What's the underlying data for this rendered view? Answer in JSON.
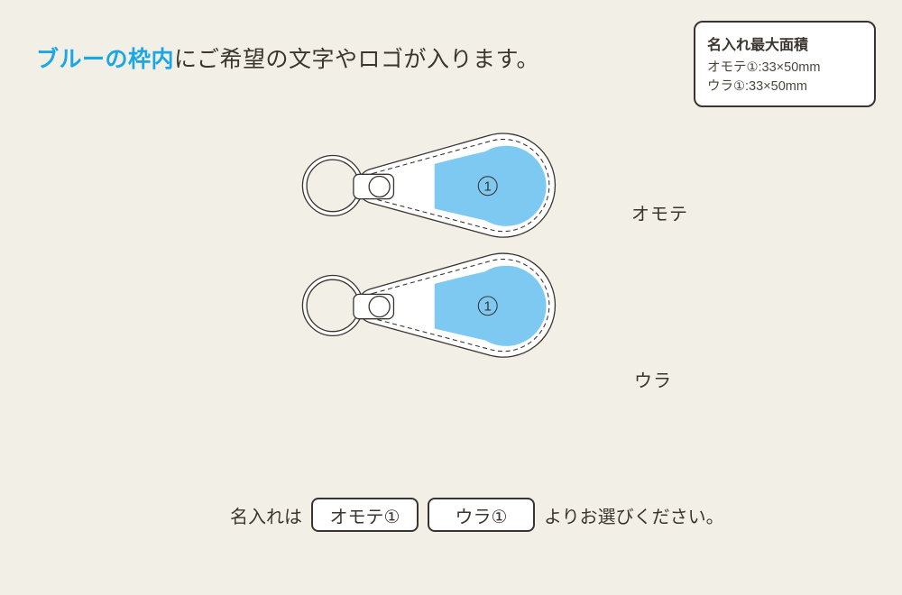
{
  "headline": {
    "highlight": "ブルーの枠内",
    "rest": "にご希望の文字やロゴが入ります。"
  },
  "info_box": {
    "title": "名入れ最大面積",
    "lines": [
      "オモテ①:33×50mm",
      "ウラ①:33×50mm"
    ]
  },
  "keychains": [
    {
      "side_label": "オモテ",
      "area_label": "1"
    },
    {
      "side_label": "ウラ",
      "area_label": "1"
    }
  ],
  "footer": {
    "prefix": "名入れは",
    "options": [
      "オモテ①",
      "ウラ①"
    ],
    "suffix": "よりお選びください。"
  },
  "colors": {
    "background": "#f2efe6",
    "print_area_blue": "#7ec9f2",
    "outline_dark": "#3a342e",
    "accent_cyan": "#1aa7e4",
    "text_dark": "#3b352f"
  }
}
